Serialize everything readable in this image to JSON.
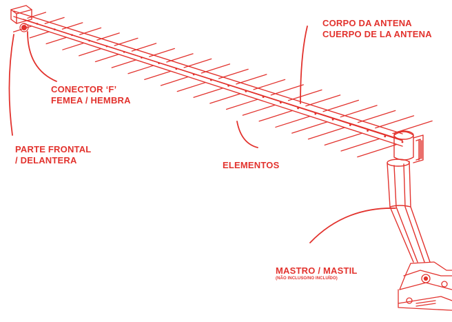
{
  "colors": {
    "accent": "#e2322d",
    "line": "#e2322d",
    "background": "#ffffff"
  },
  "labels": {
    "corpo": {
      "line1": "CORPO DA ANTENA",
      "line2": "CUERPO DE LA ANTENA"
    },
    "conector": {
      "line1": "CONECTOR ‘F’",
      "line2": "FEMEA / HEMBRA"
    },
    "frontal": {
      "line1": "PARTE FRONTAL",
      "line2": "/ DELANTERA"
    },
    "elementos": {
      "line1": "ELEMENTOS"
    },
    "mastro": {
      "line1": "MASTRO / MASTIL",
      "line2": "(NÃO INCLUSO/NO INCLUÍDO)"
    }
  }
}
